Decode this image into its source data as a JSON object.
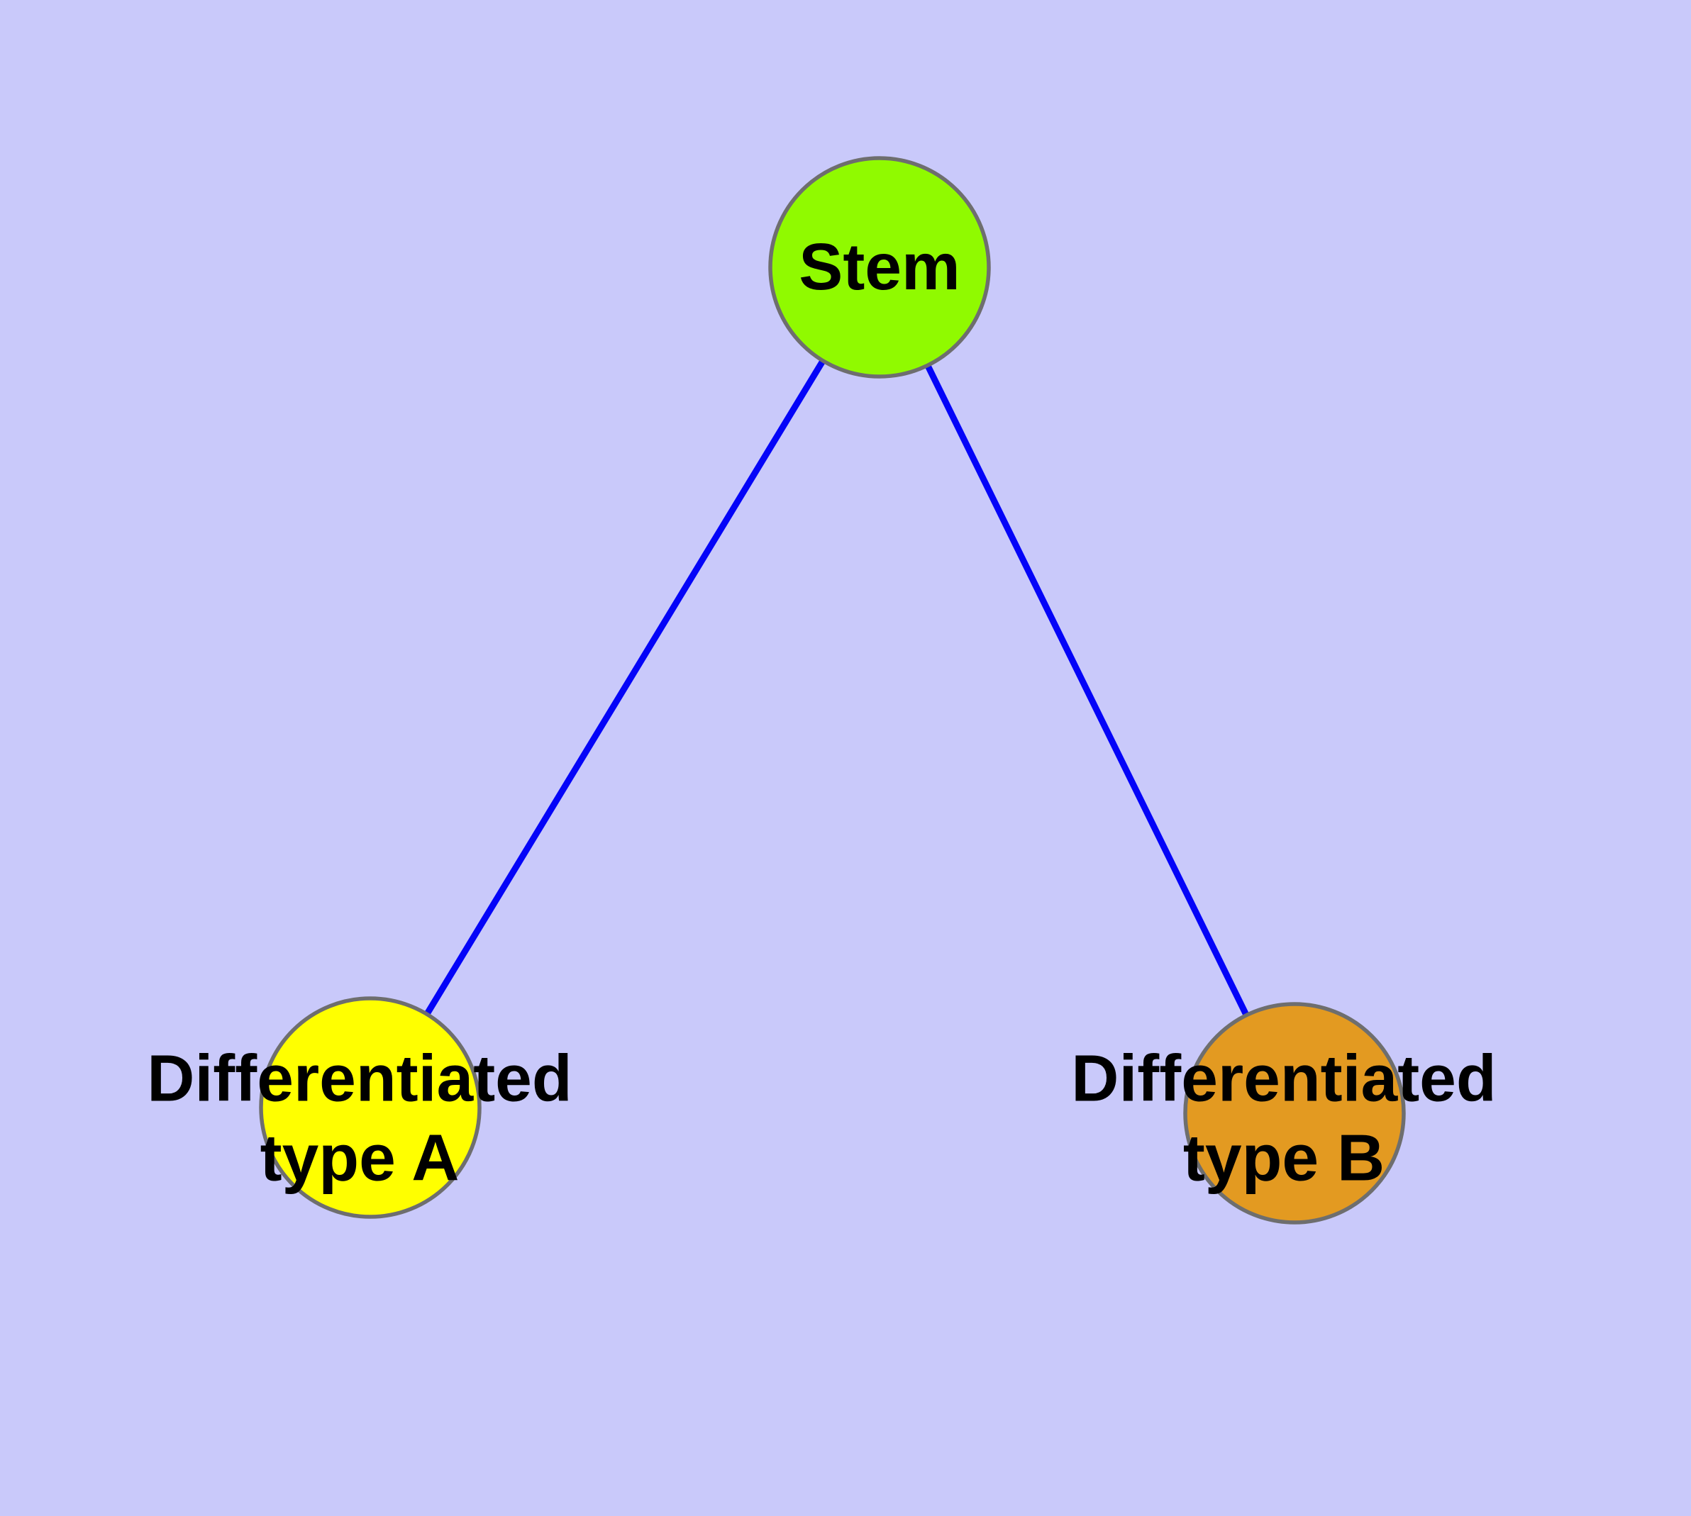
{
  "diagram": {
    "title": "",
    "background_color": "#c9c9fa",
    "edge_color": "#0404f8",
    "node_border_color": "#6e6e6e",
    "label_color": "#000000",
    "nodes": [
      {
        "id": "stem",
        "label": "Stem",
        "color": "#90fa00"
      },
      {
        "id": "diff-a",
        "label": "Differentiated\ntype A",
        "color": "#ffff00"
      },
      {
        "id": "diff-b",
        "label": "Differentiated\ntype B",
        "color": "#e39a21"
      }
    ],
    "edges": [
      {
        "from": "Stem",
        "to": "Differentiated type A"
      },
      {
        "from": "Stem",
        "to": "Differentiated type B"
      }
    ]
  }
}
